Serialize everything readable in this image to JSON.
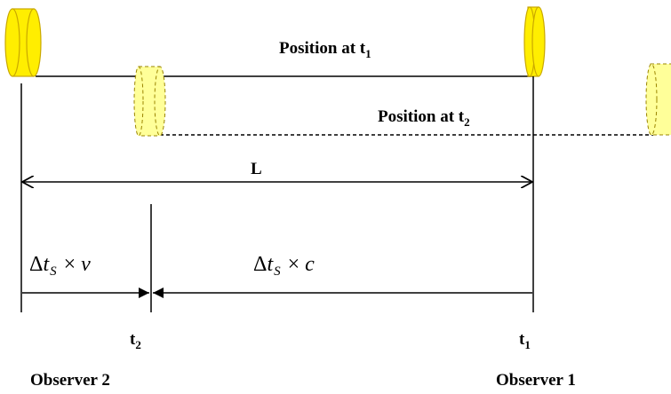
{
  "labels": {
    "position_t1": {
      "main": "Position at t",
      "sub": "1"
    },
    "position_t2": {
      "main": "Position at t",
      "sub": "2"
    },
    "length": "L",
    "t2": {
      "main": "t",
      "sub": "2"
    },
    "t1": {
      "main": "t",
      "sub": "1"
    },
    "observer2": "Observer 2",
    "observer1": "Observer 1"
  },
  "equations": {
    "left": {
      "delta": "Δ",
      "t": "t",
      "sub": "S",
      "times": "×",
      "var": "v"
    },
    "right": {
      "delta": "Δ",
      "t": "t",
      "sub": "S",
      "times": "×",
      "var": "c"
    }
  },
  "colors": {
    "cylinder_solid": "#ffee00",
    "cylinder_faded": "#ffff99",
    "cylinder_stroke": "#c9a800",
    "line": "#000000"
  }
}
